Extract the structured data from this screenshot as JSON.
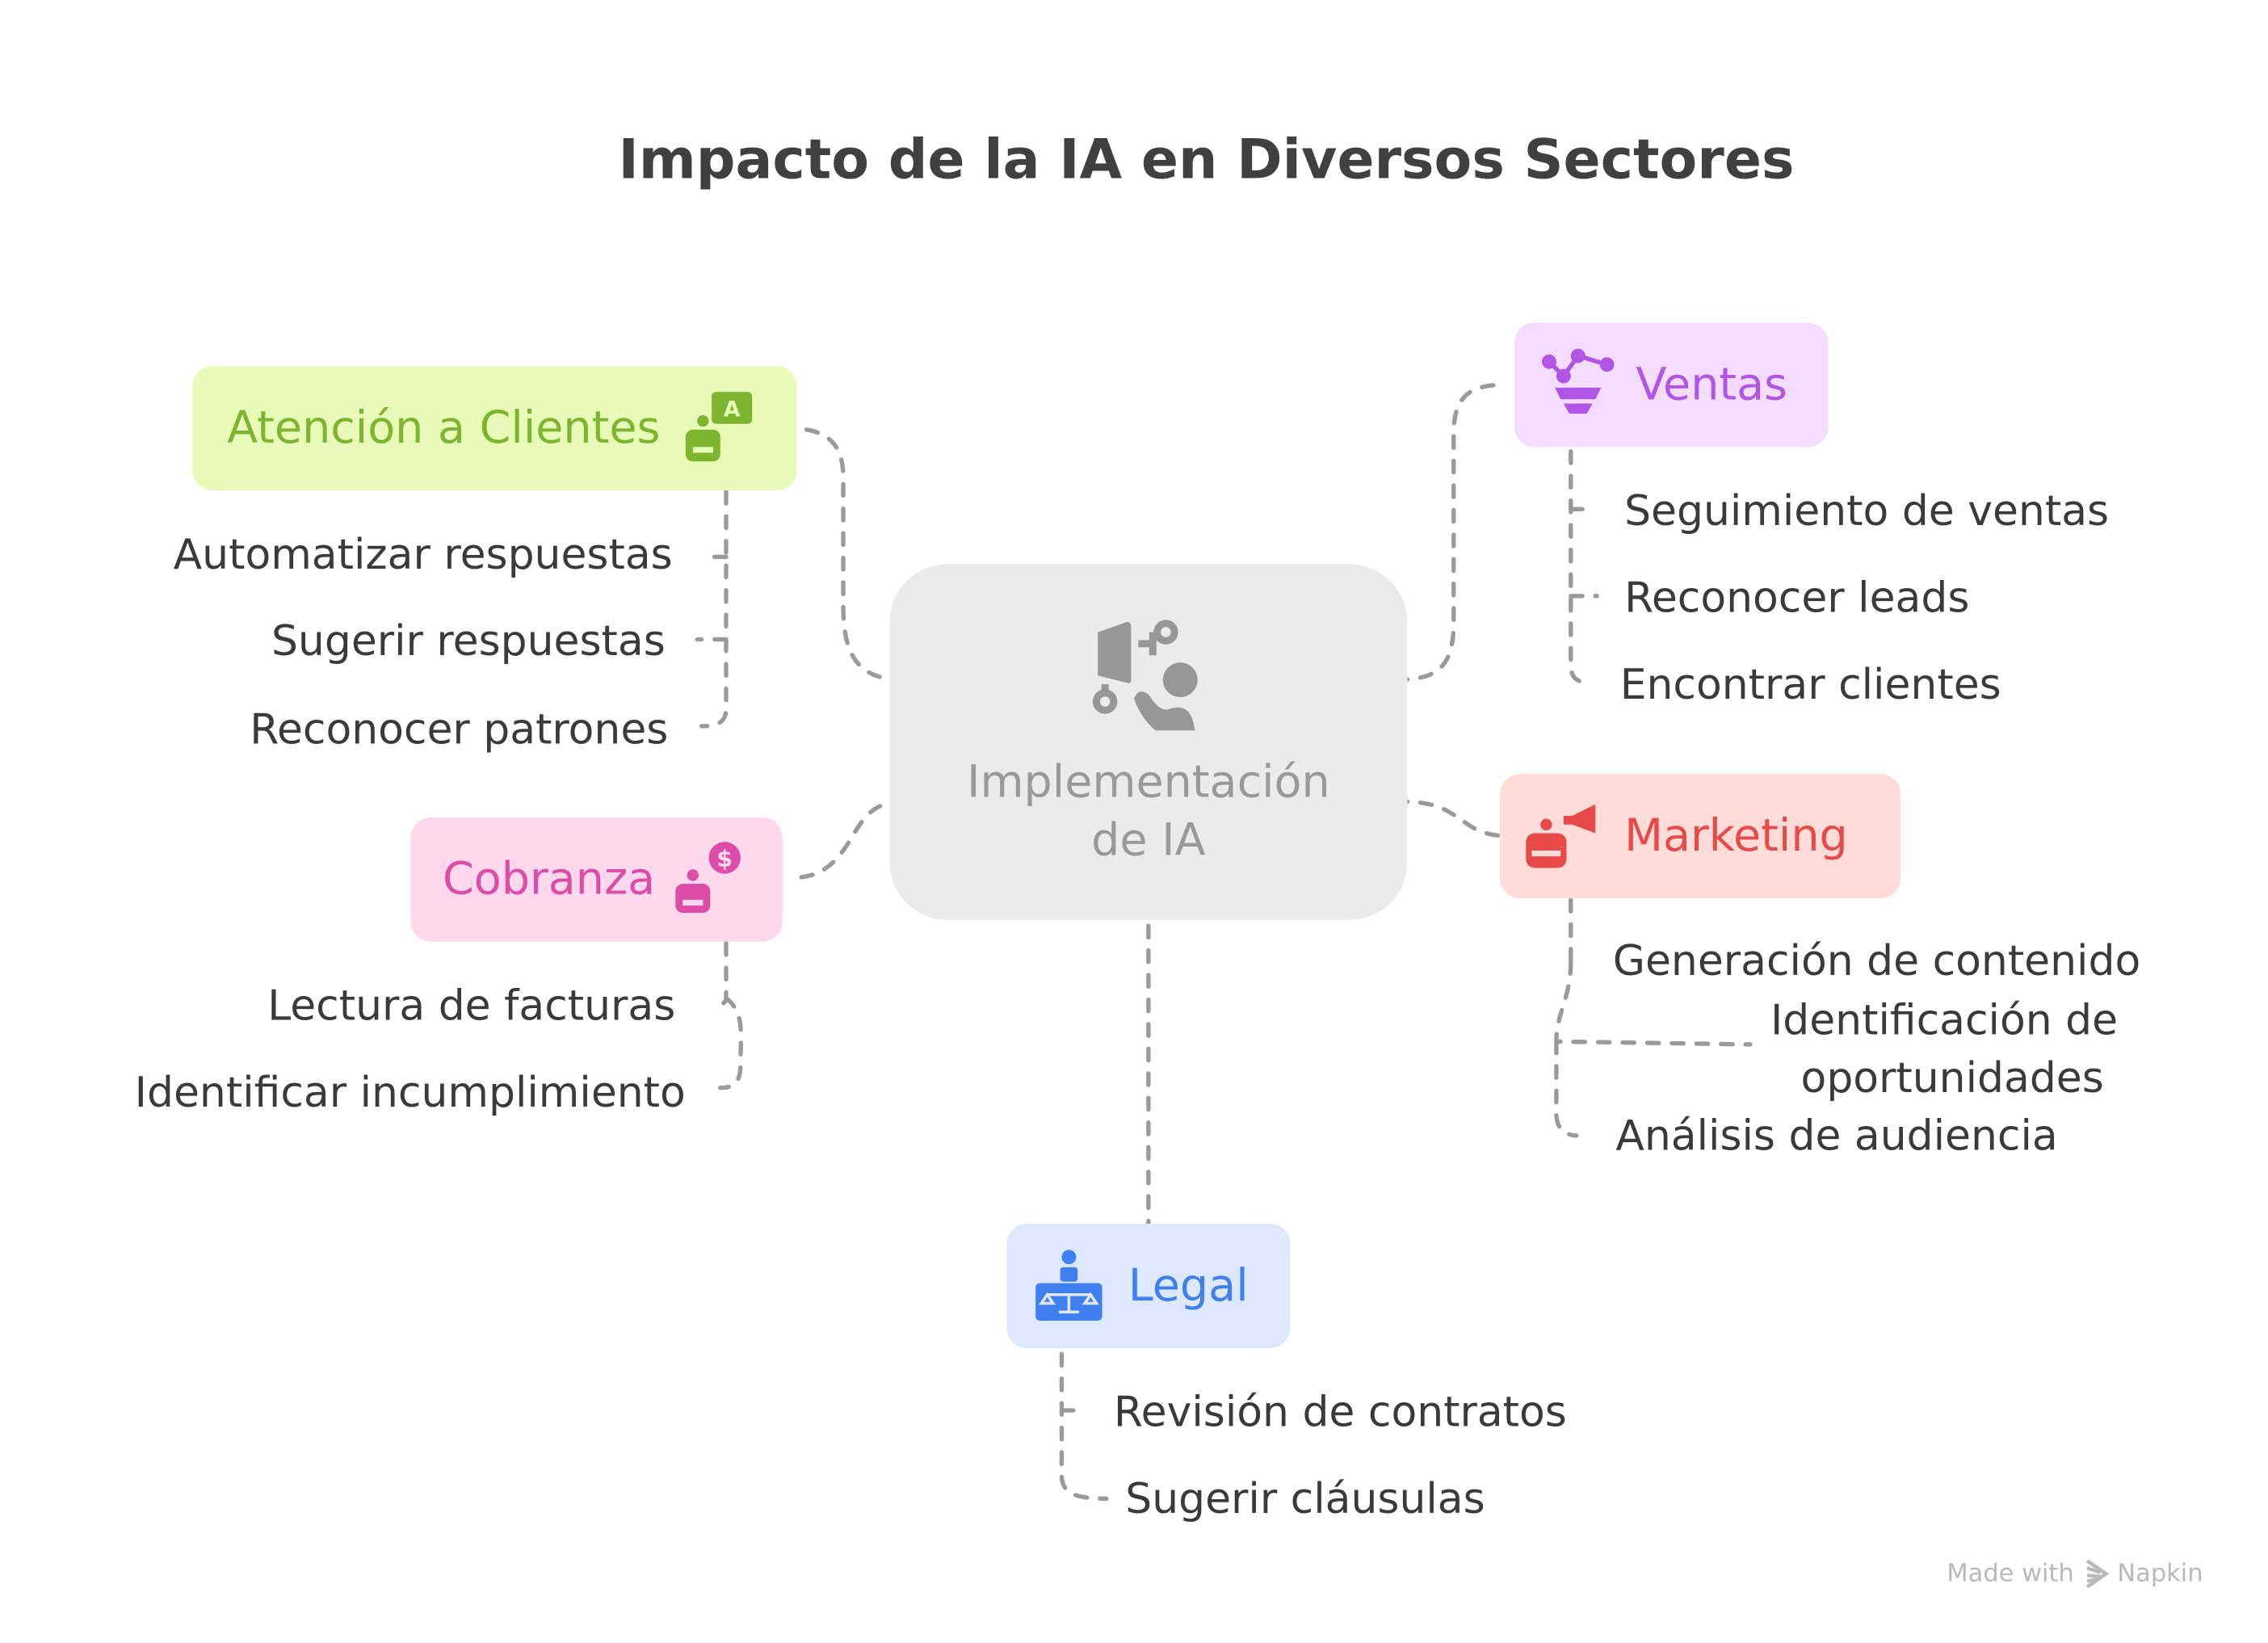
{
  "title": "Impacto de la IA en Diversos Sectores",
  "center": {
    "line1": "Implementación",
    "line2": "de IA",
    "icon": "ai-implementation-icon"
  },
  "branches": {
    "atencion": {
      "label": "Atención a Clientes",
      "icon": "robot-chat-icon",
      "color": "#7db52f",
      "bg": "#e8fbb8",
      "items": [
        "Automatizar respuestas",
        "Sugerir respuestas",
        "Reconocer patrones"
      ]
    },
    "cobranza": {
      "label": "Cobranza",
      "icon": "robot-dollar-icon",
      "color": "#dd4ca6",
      "bg": "#ffd8ee",
      "items": [
        "Lectura de facturas",
        "Identificar incumplimiento"
      ]
    },
    "ventas": {
      "label": "Ventas",
      "icon": "sales-funnel-icon",
      "color": "#b055e6",
      "bg": "#f3dcfd",
      "items": [
        "Seguimiento de ventas",
        "Reconocer leads",
        "Encontrar clientes"
      ]
    },
    "marketing": {
      "label": "Marketing",
      "icon": "robot-megaphone-icon",
      "color": "#e84a4a",
      "bg": "#ffdcd8",
      "items": [
        "Generación de contenido",
        "Identificación de",
        "oportunidades",
        "Análisis de audiencia"
      ]
    },
    "legal": {
      "label": "Legal",
      "icon": "legal-scales-icon",
      "color": "#3f7fef",
      "bg": "#dde8ff",
      "items": [
        "Revisión de contratos",
        "Sugerir cláusulas"
      ]
    }
  },
  "footer": {
    "made_with": "Made with",
    "brand": "Napkin"
  }
}
